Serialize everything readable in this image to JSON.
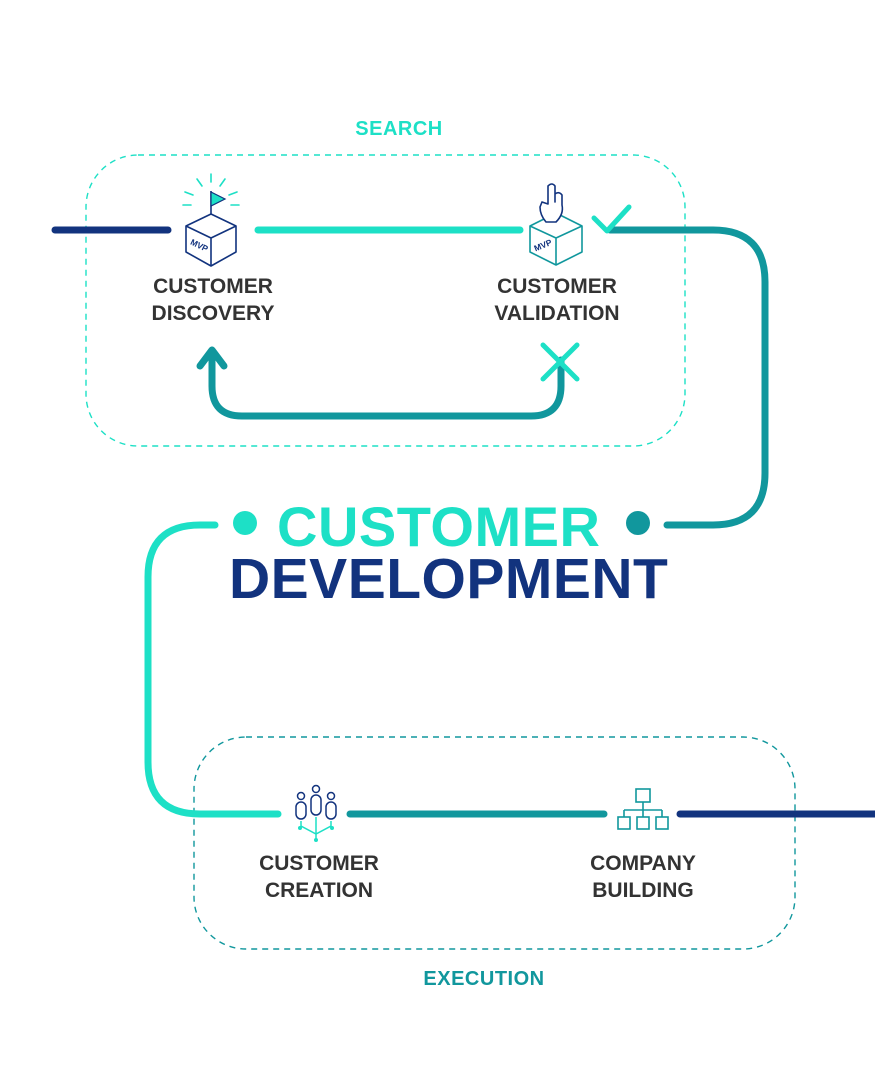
{
  "colors": {
    "teal": "#1de0c6",
    "dark_teal": "#11979d",
    "navy": "#12337e",
    "text": "#333333"
  },
  "title": {
    "line1": "CUSTOMER",
    "line2": "DEVELOPMENT"
  },
  "groups": {
    "search": "SEARCH",
    "execution": "EXECUTION"
  },
  "nodes": {
    "discovery": {
      "line1": "CUSTOMER",
      "line2": "DISCOVERY",
      "icon": "mvp-box-flag-icon",
      "badge": "MVP"
    },
    "validation": {
      "line1": "CUSTOMER",
      "line2": "VALIDATION",
      "icon": "mvp-box-hand-icon",
      "badge": "MVP"
    },
    "creation": {
      "line1": "CUSTOMER",
      "line2": "CREATION",
      "icon": "people-network-icon"
    },
    "building": {
      "line1": "COMPANY",
      "line2": "BUILDING",
      "icon": "org-chart-icon"
    }
  },
  "markers": {
    "pass": "check-icon",
    "fail": "x-icon"
  }
}
